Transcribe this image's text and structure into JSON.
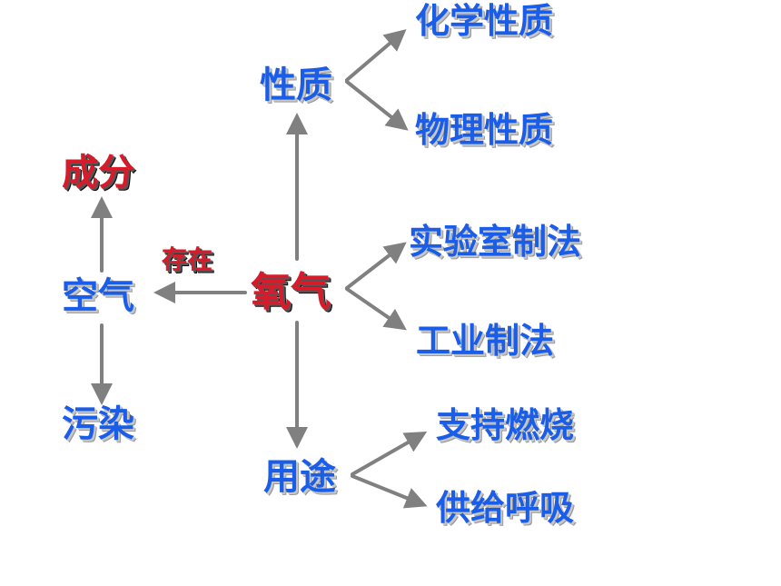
{
  "nodes": {
    "center": "氧气",
    "properties": "性质",
    "chemical_properties": "化学性质",
    "physical_properties": "物理性质",
    "lab_preparation": "实验室制法",
    "industrial_preparation": "工业制法",
    "uses": "用途",
    "support_combustion": "支持燃烧",
    "supply_respiration": "供给呼吸",
    "air": "空气",
    "composition": "成分",
    "pollution": "污染"
  },
  "edge_labels": {
    "exists_in": "存在"
  },
  "colors": {
    "node_text": "#1a5de8",
    "center_text": "#d81b2a",
    "arrow": "#808080"
  }
}
